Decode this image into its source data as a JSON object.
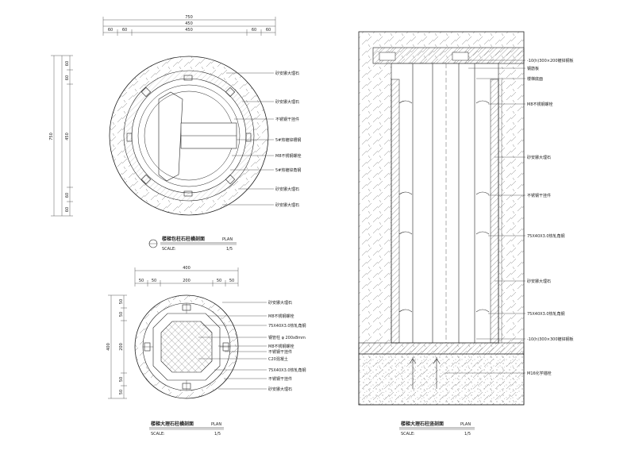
{
  "left_upper": {
    "dims_top": {
      "total": "750",
      "parts": [
        "60",
        "60",
        "450",
        "60",
        "60"
      ],
      "mid": "450"
    },
    "dims_left": {
      "total": "750",
      "parts": [
        "60",
        "60",
        "450",
        "60",
        "60"
      ]
    },
    "labels": [
      "砂安娜大理石",
      "砂安娜大理石",
      "不锈钢干挂件",
      "5#热镀锌槽钢",
      "M8不锈钢螺栓",
      "5#热镀锌角钢",
      "砂安娜大理石",
      "砂安娜大理石"
    ],
    "title": "楼梯包柱石柱横剖面",
    "plan": "PLAN",
    "scale_label": "SCALE:",
    "scale": "1/5"
  },
  "left_lower": {
    "dims_top": {
      "total": "400",
      "parts": [
        "50",
        "50",
        "200",
        "50",
        "50"
      ]
    },
    "dims_left": {
      "total": "400",
      "parts": [
        "50",
        "50",
        "200",
        "50",
        "50"
      ]
    },
    "labels": [
      "砂安娜大理石",
      "M8不锈钢螺栓",
      "75X40X3.0热轧角钢",
      "钢管柱 φ 200x8mm",
      "M8不锈钢螺栓",
      "不锈钢干挂件",
      "C20混凝土",
      "75X40X3.0热轧角钢",
      "不锈钢干挂件",
      "砂安娜大理石"
    ],
    "title": "楼梯大理石柱横剖面",
    "plan": "PLAN",
    "scale_label": "SCALE:",
    "scale": "1/5"
  },
  "right_section": {
    "labels": [
      "-10(h)300×200镀锌钢板",
      "钢筋板",
      "楼梯底面",
      "M8不锈钢螺栓",
      "砂安娜大理石",
      "不锈钢干挂件",
      "75X40X3.0热轧角钢",
      "砂安娜大理石",
      "75X40X3.0热轧角钢",
      "-10(h)300×300镀锌钢板",
      "M16化学锚栓"
    ],
    "title": "楼梯大理石柱竖剖面",
    "plan": "PLAN",
    "scale_label": "SCALE:",
    "scale": "1/5"
  }
}
